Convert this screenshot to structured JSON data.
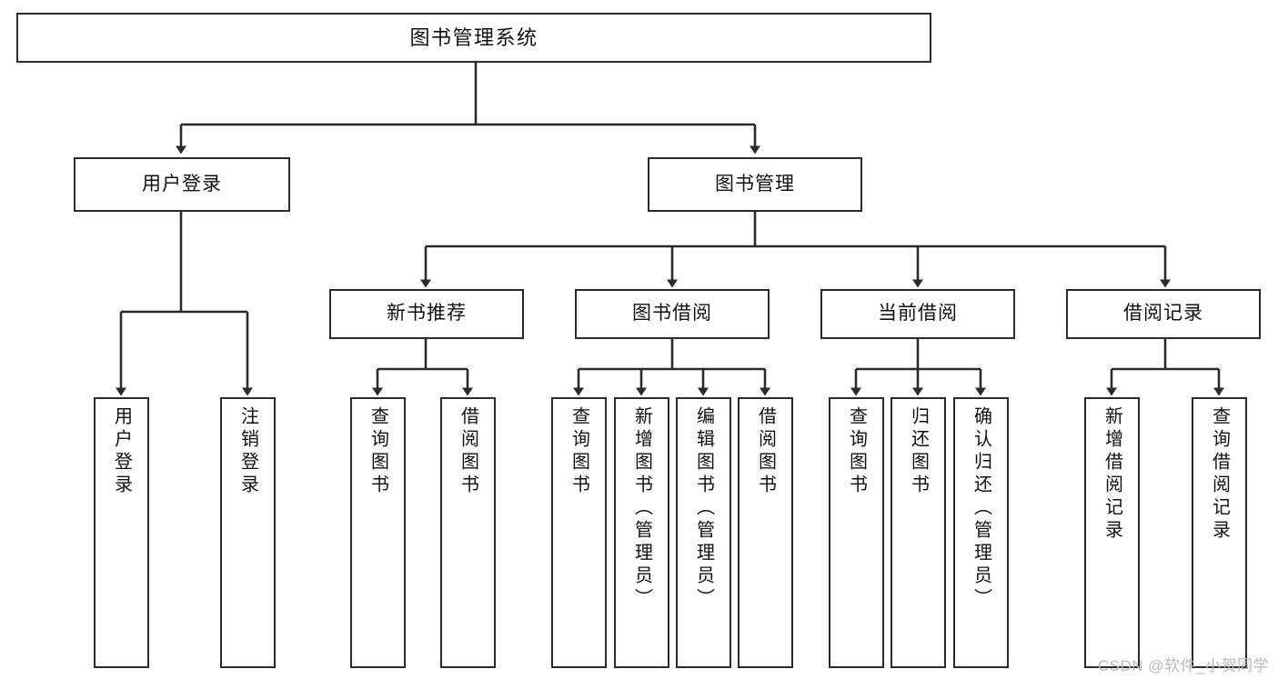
{
  "diagram": {
    "title": "图书管理系统",
    "type": "tree-functional-structure",
    "watermark": "CSDN @软件_小贺同学",
    "colors": {
      "background": "#ffffff",
      "box_border": "#2b2b2b",
      "box_fill": "#ffffff",
      "text": "#111111",
      "edge": "#2b2b2b",
      "watermark": "#b9b9b9"
    }
  },
  "nodes": {
    "root": {
      "label": "图书管理系统"
    },
    "level2": [
      {
        "id": "user-login",
        "label": "用户登录"
      },
      {
        "id": "book-manage",
        "label": "图书管理"
      }
    ],
    "level3": [
      {
        "id": "new-book-rec",
        "label": "新书推荐"
      },
      {
        "id": "book-borrow",
        "label": "图书借阅"
      },
      {
        "id": "current-borrow",
        "label": "当前借阅"
      },
      {
        "id": "borrow-record",
        "label": "借阅记录"
      }
    ],
    "leaves": {
      "user_login": [
        {
          "id": "leaf-user-login",
          "label": "用户登录"
        },
        {
          "id": "leaf-logout-login",
          "label": "注销登录"
        }
      ],
      "new_book_rec": [
        {
          "id": "leaf-query-book-1",
          "label": "查询图书"
        },
        {
          "id": "leaf-borrow-book-1",
          "label": "借阅图书"
        }
      ],
      "book_borrow": [
        {
          "id": "leaf-query-book-2",
          "label": "查询图书"
        },
        {
          "id": "leaf-add-book",
          "label": "新增图书（管理员）"
        },
        {
          "id": "leaf-edit-book",
          "label": "编辑图书（管理员）"
        },
        {
          "id": "leaf-borrow-book-2",
          "label": "借阅图书"
        }
      ],
      "current_borrow": [
        {
          "id": "leaf-query-book-3",
          "label": "查询图书"
        },
        {
          "id": "leaf-return-book",
          "label": "归还图书"
        },
        {
          "id": "leaf-confirm-return",
          "label": "确认归还（管理员）"
        }
      ],
      "borrow_record": [
        {
          "id": "leaf-add-record",
          "label": "新增借阅记录"
        },
        {
          "id": "leaf-query-record",
          "label": "查询借阅记录"
        }
      ]
    }
  }
}
